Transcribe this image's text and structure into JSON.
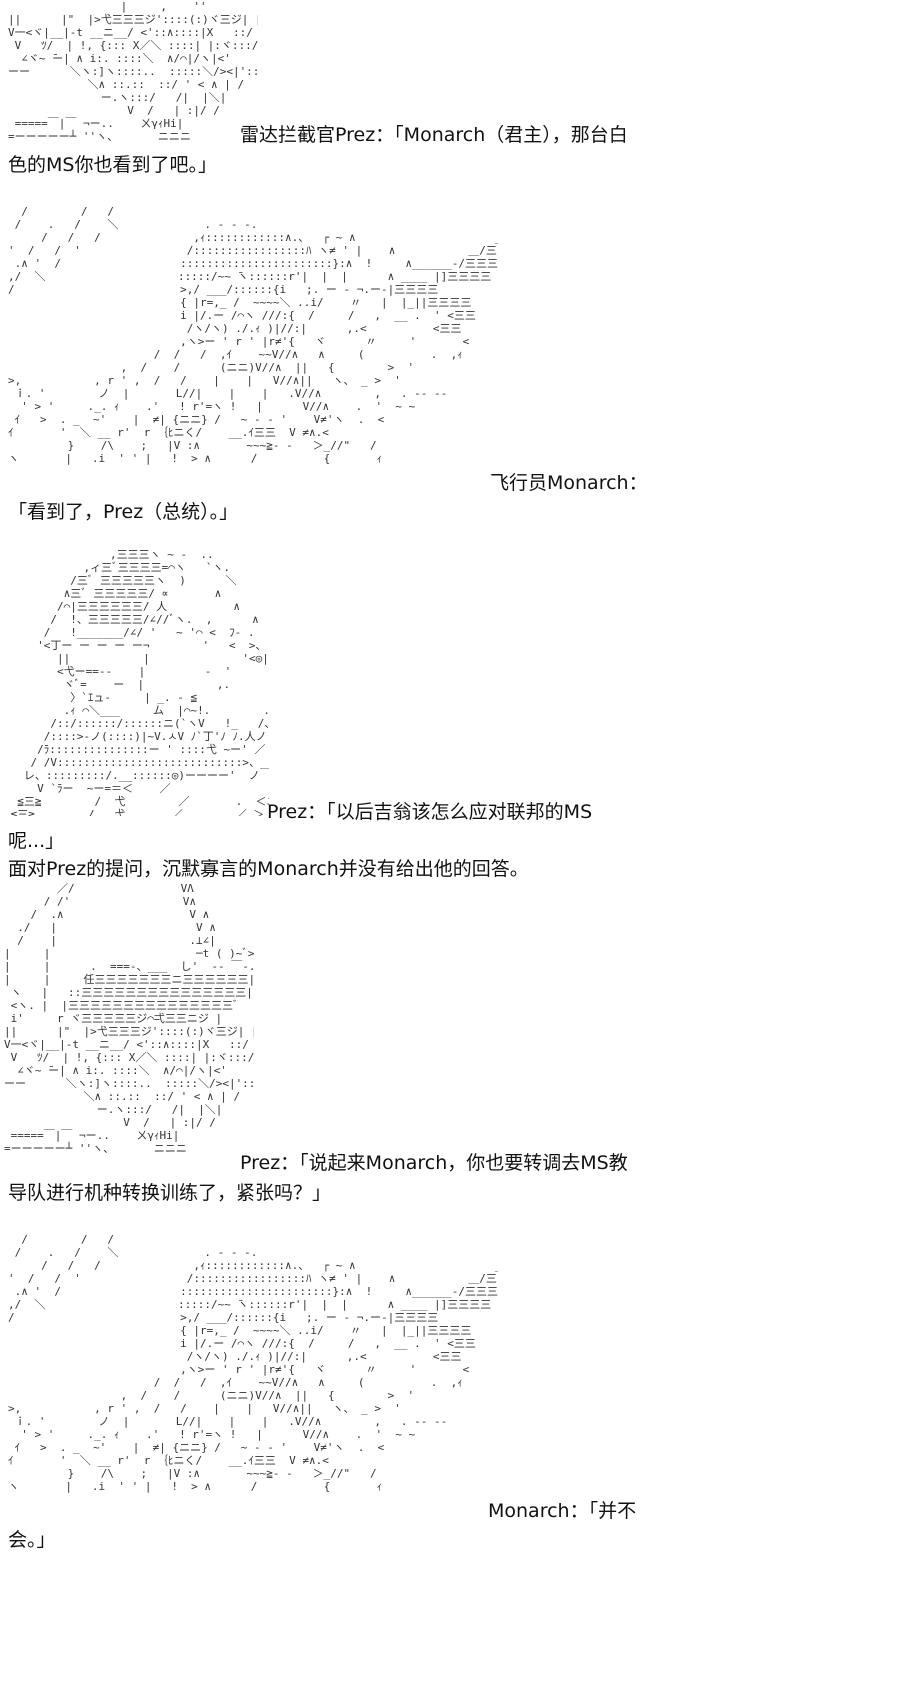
{
  "panels": [
    {
      "dialogue": [
        "雷达拦截官Prez：「Monarch（君主），那台白",
        "色的MS你也看到了吧。」"
      ]
    },
    {
      "dialogue": [
        "飞行员Monarch：",
        "「看到了，Prez（总统）。」"
      ]
    },
    {
      "dialogue": [
        "Prez：「以后吉翁该怎么应对联邦的MS",
        "呢...」"
      ],
      "narration": "面对Prez的提问，沉默寡言的Monarch并没有给出他的回答。"
    },
    {
      "dialogue": [
        "Prez：「说起来Monarch，你也要转调去MS教",
        "导队进行机种转换训练了，紧张吗？」"
      ]
    },
    {
      "dialogue": [
        "Monarch：「并不",
        "会。」"
      ]
    }
  ]
}
